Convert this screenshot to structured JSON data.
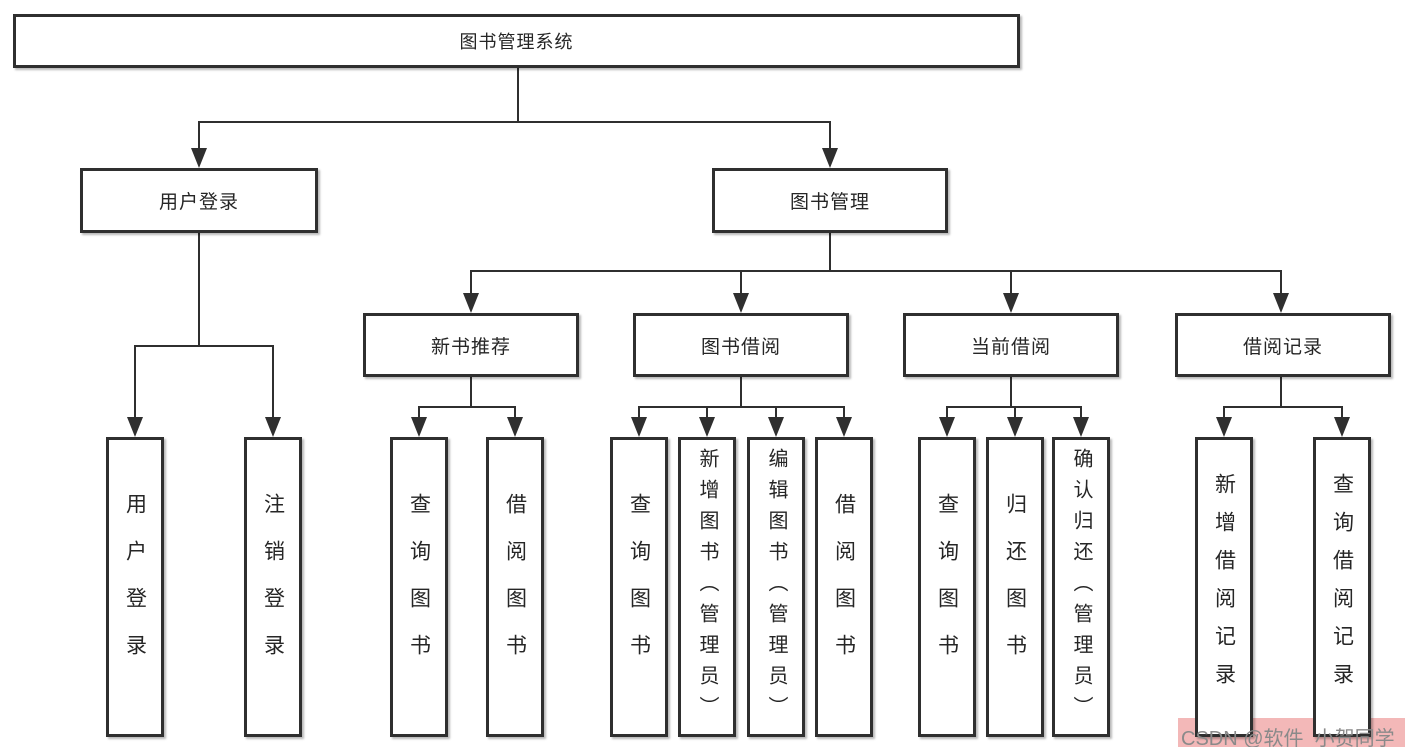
{
  "diagram": {
    "root": {
      "label": "图书管理系统"
    },
    "level2": [
      {
        "id": "user-login",
        "label": "用户登录"
      },
      {
        "id": "book-management",
        "label": "图书管理"
      }
    ],
    "level3": [
      {
        "id": "new-book-recommend",
        "label": "新书推荐"
      },
      {
        "id": "book-borrow",
        "label": "图书借阅"
      },
      {
        "id": "current-borrow",
        "label": "当前借阅"
      },
      {
        "id": "borrow-records",
        "label": "借阅记录"
      }
    ],
    "leaves": [
      {
        "id": "user-login",
        "label": "用户登录"
      },
      {
        "id": "logout",
        "label": "注销登录"
      },
      {
        "id": "nb-query-books",
        "label": "查询图书"
      },
      {
        "id": "nb-borrow-books",
        "label": "借阅图书"
      },
      {
        "id": "bb-query-books",
        "label": "查询图书"
      },
      {
        "id": "bb-add-books-admin",
        "label": "新增图书（管理员）"
      },
      {
        "id": "bb-edit-books-admin",
        "label": "编辑图书（管理员）"
      },
      {
        "id": "bb-borrow-books",
        "label": "借阅图书"
      },
      {
        "id": "cb-query-books",
        "label": "查询图书"
      },
      {
        "id": "cb-return-books",
        "label": "归还图书"
      },
      {
        "id": "cb-confirm-return-admin",
        "label": "确认归还（管理员）"
      },
      {
        "id": "rec-add-borrow-record",
        "label": "新增借阅记录"
      },
      {
        "id": "rec-query-borrow-record",
        "label": "查询借阅记录"
      }
    ]
  },
  "watermark": {
    "text": "CSDN @软件_小贺同学",
    "band_color": "#f3b8b8",
    "text_color": "#8a8a8a"
  },
  "colors": {
    "line": "#2f2f2f",
    "box_border": "#2f2f2f",
    "text": "#262626",
    "background": "#ffffff"
  }
}
